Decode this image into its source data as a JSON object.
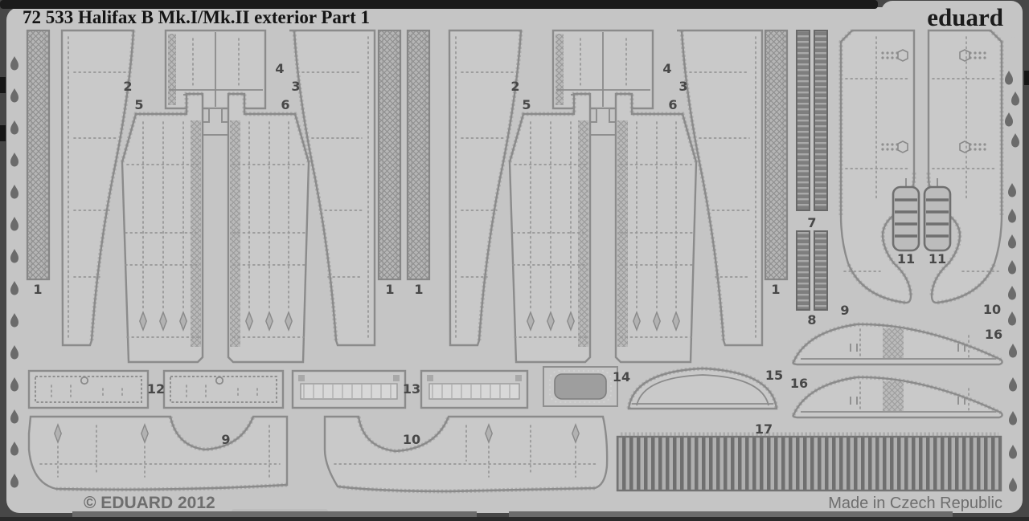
{
  "header": {
    "title": "72 533 Halifax B Mk.I/Mk.II exterior Part 1",
    "brand": "eduard"
  },
  "footer": {
    "copyright": "© EDUARD 2012",
    "origin": "Made in Czech Republic"
  },
  "colors": {
    "background": "#484848",
    "top_bar": "#1b1b1b",
    "sheet": "#c5c5c5",
    "etch_line": "#8b8b8b",
    "dark_strip": "#7d7d7d",
    "label_text": "#484848",
    "title_text": "#141414",
    "footer_text": "#6e6e6e"
  },
  "part_labels": [
    {
      "label": "2"
    },
    {
      "label": "5"
    },
    {
      "label": "4"
    },
    {
      "label": "3"
    },
    {
      "label": "6"
    },
    {
      "label": "1"
    },
    {
      "label": "1"
    },
    {
      "label": "1"
    },
    {
      "label": "2"
    },
    {
      "label": "5"
    },
    {
      "label": "4"
    },
    {
      "label": "3"
    },
    {
      "label": "6"
    },
    {
      "label": "1"
    },
    {
      "label": "7"
    },
    {
      "label": "8"
    },
    {
      "label": "9"
    },
    {
      "label": "10"
    },
    {
      "label": "11"
    },
    {
      "label": "11"
    },
    {
      "label": "16"
    },
    {
      "label": "14"
    },
    {
      "label": "15"
    },
    {
      "label": "16"
    },
    {
      "label": "12"
    },
    {
      "label": "13"
    },
    {
      "label": "9"
    },
    {
      "label": "10"
    },
    {
      "label": "17"
    }
  ]
}
